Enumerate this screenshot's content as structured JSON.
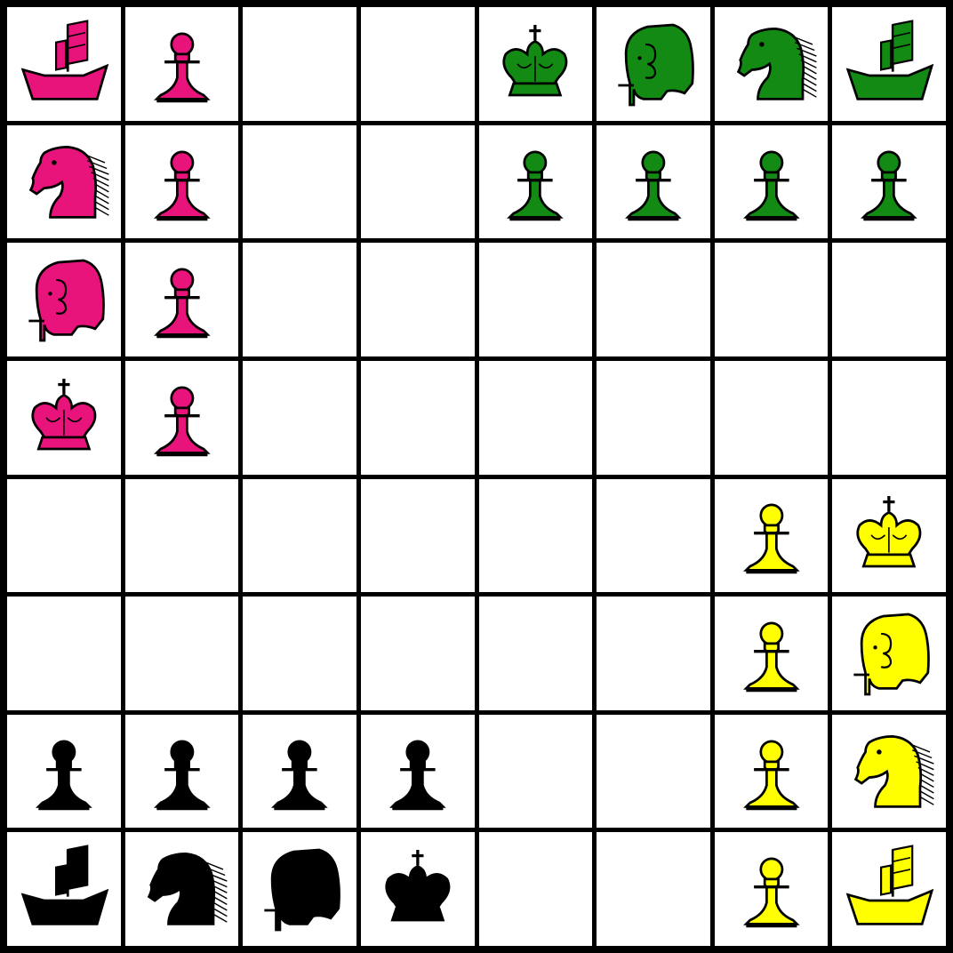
{
  "game": {
    "type": "chaturaji",
    "players": {
      "pink": {
        "color": "#e8147c"
      },
      "green": {
        "color": "#138a13"
      },
      "yellow": {
        "color": "#ffff00"
      },
      "black": {
        "color": "#000000"
      }
    },
    "board": [
      [
        "pink-boat",
        "pink-pawn",
        null,
        null,
        "green-king",
        "green-elephant",
        "green-horse",
        "green-boat"
      ],
      [
        "pink-horse",
        "pink-pawn",
        null,
        null,
        "green-pawn",
        "green-pawn",
        "green-pawn",
        "green-pawn"
      ],
      [
        "pink-elephant",
        "pink-pawn",
        null,
        null,
        null,
        null,
        null,
        null
      ],
      [
        "pink-king",
        "pink-pawn",
        null,
        null,
        null,
        null,
        null,
        null
      ],
      [
        null,
        null,
        null,
        null,
        null,
        null,
        "yellow-pawn",
        "yellow-king"
      ],
      [
        null,
        null,
        null,
        null,
        null,
        null,
        "yellow-pawn",
        "yellow-elephant"
      ],
      [
        "black-pawn",
        "black-pawn",
        "black-pawn",
        "black-pawn",
        null,
        null,
        "yellow-pawn",
        "yellow-horse"
      ],
      [
        "black-boat",
        "black-horse",
        "black-elephant",
        "black-king",
        null,
        null,
        "yellow-pawn",
        "yellow-boat"
      ]
    ]
  }
}
